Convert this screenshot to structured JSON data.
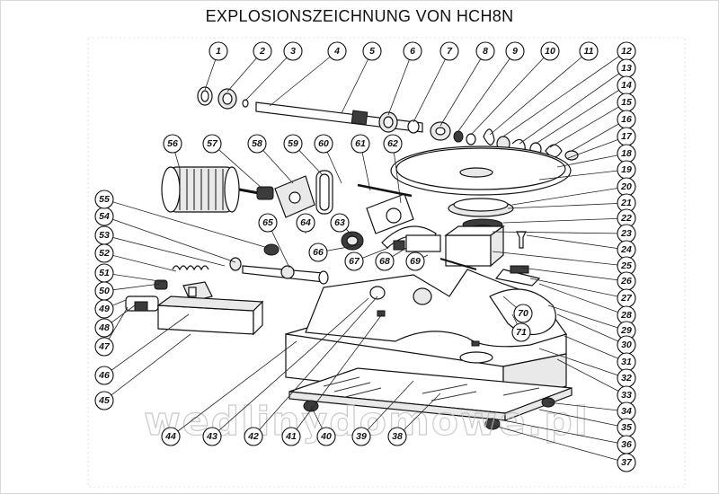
{
  "title": "EXPLOSIONSZEICHNUNG VON HCH8N",
  "watermark": "wedlinydomowe.pl",
  "callouts": [
    "1",
    "2",
    "3",
    "4",
    "5",
    "6",
    "7",
    "8",
    "9",
    "10",
    "11",
    "12",
    "13",
    "14",
    "15",
    "16",
    "17",
    "18",
    "19",
    "20",
    "21",
    "22",
    "23",
    "24",
    "25",
    "26",
    "27",
    "28",
    "29",
    "30",
    "31",
    "32",
    "33",
    "34",
    "35",
    "36",
    "37",
    "38",
    "39",
    "40",
    "41",
    "42",
    "43",
    "44",
    "45",
    "46",
    "47",
    "48",
    "49",
    "50",
    "51",
    "52",
    "53",
    "54",
    "55",
    "56",
    "57",
    "58",
    "59",
    "60",
    "61",
    "62",
    "63",
    "64",
    "65",
    "66",
    "67",
    "68",
    "69",
    "70",
    "71"
  ]
}
